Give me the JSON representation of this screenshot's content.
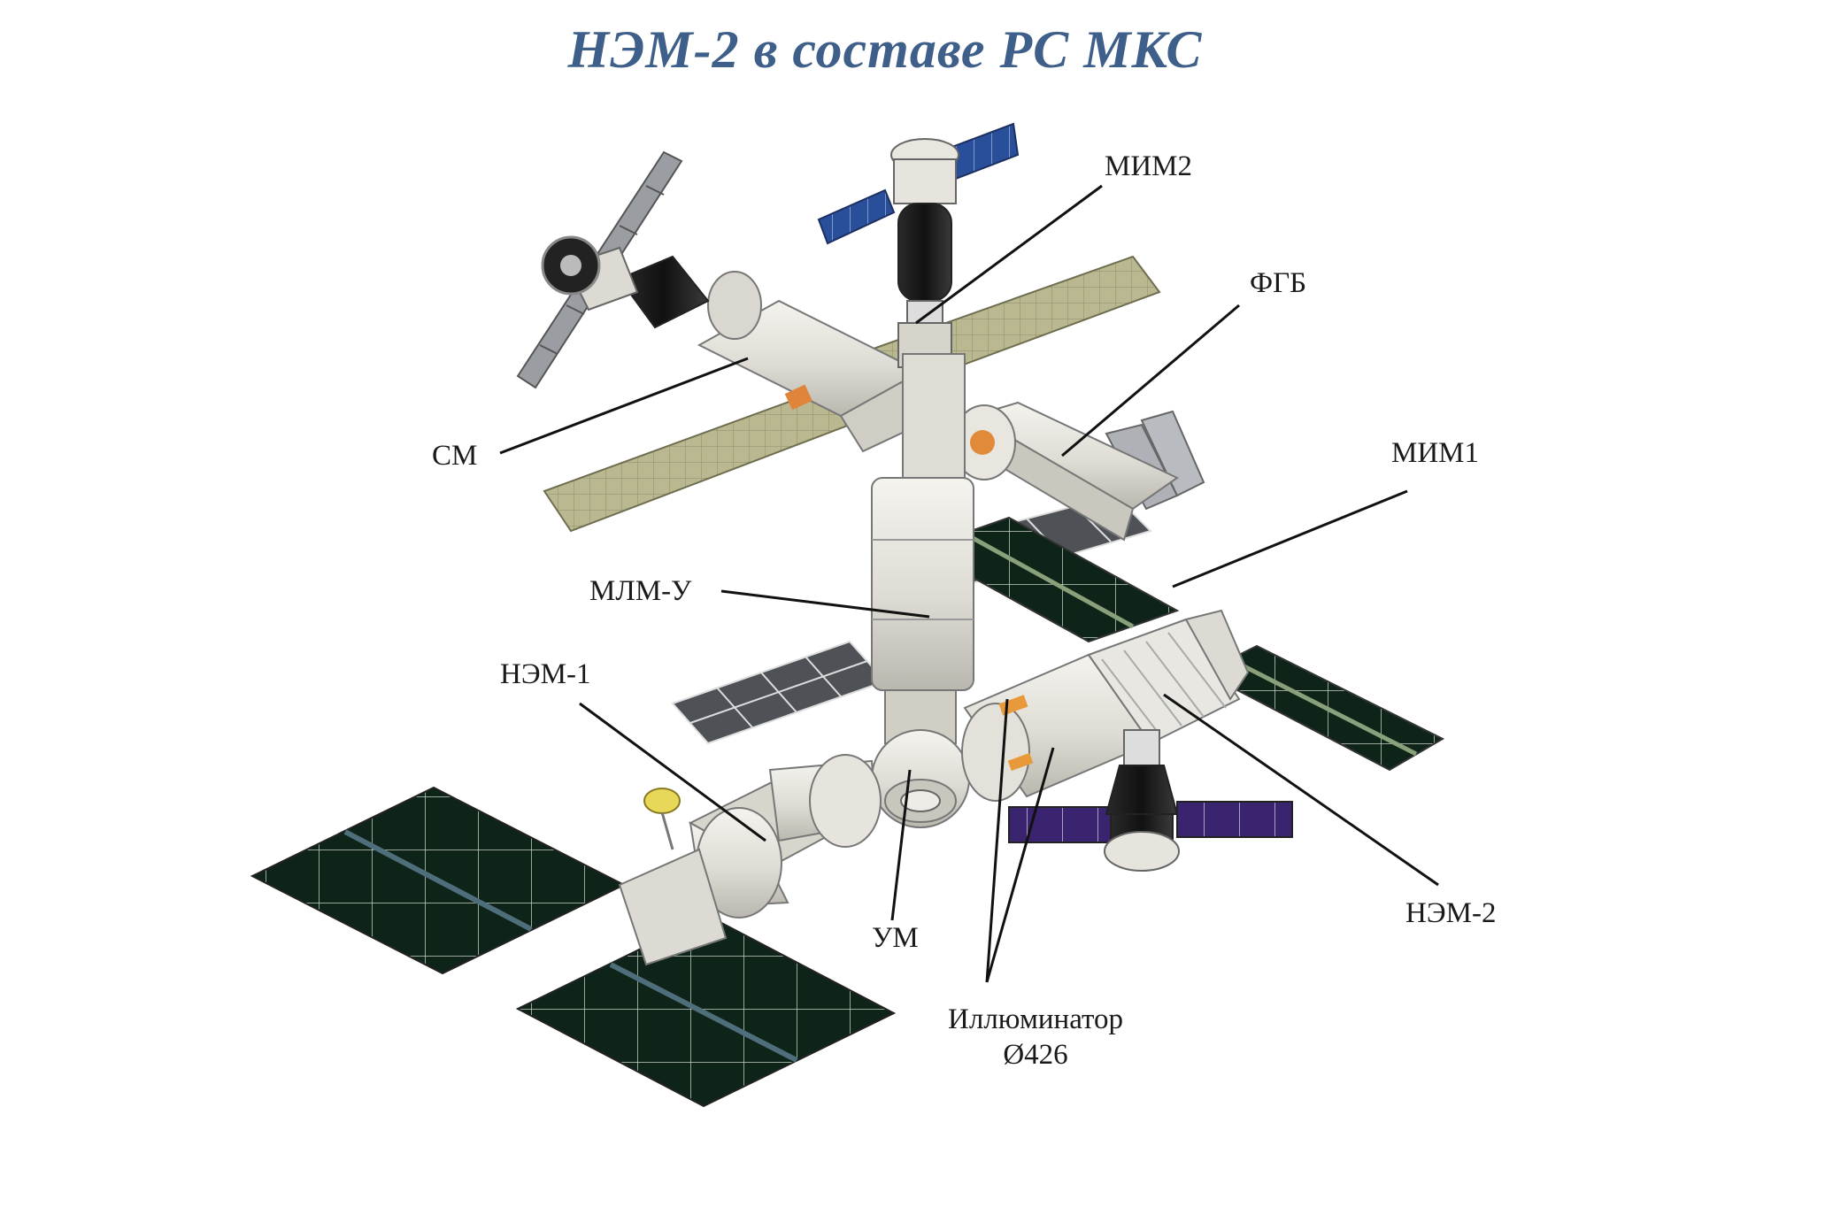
{
  "title": "НЭМ-2 в составе РС МКС",
  "labels": {
    "mim2": "МИМ2",
    "fgb": "ФГБ",
    "sm": "СМ",
    "mim1": "МИМ1",
    "mlm_u": "МЛМ-У",
    "nem1": "НЭМ-1",
    "um": "УМ",
    "nem2": "НЭМ-2",
    "window_line1": "Иллюминатор",
    "window_line2": "Ø426"
  },
  "colors": {
    "title": "#3e5f8a",
    "dark_panel": "#0f2418",
    "olive_panel": "#b9b890",
    "gray_panel": "#8a8d92",
    "blue_panel": "#2a4f9a",
    "purple_panel": "#3a2470",
    "module_body": "#e4e2dc"
  }
}
